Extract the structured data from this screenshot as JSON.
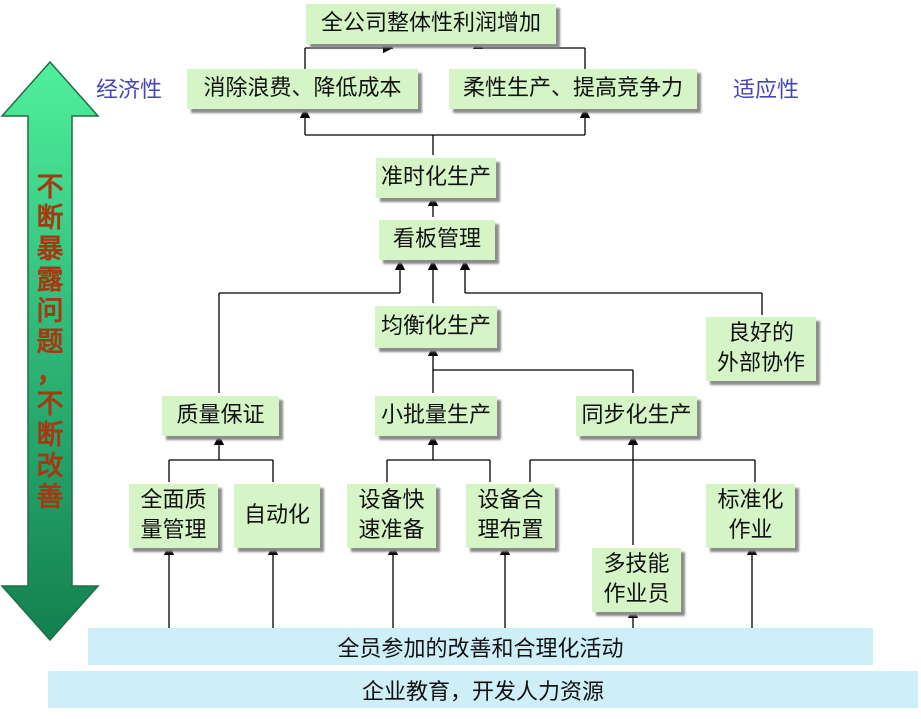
{
  "left_arrow": {
    "text": "不\n断\n暴\n露\n问\n题\n，\n不\n断\n改\n善",
    "colors": {
      "top": "#3ce08a",
      "bottom": "#127a4d"
    }
  },
  "labels": {
    "economy": "经济性",
    "adaptability": "适应性"
  },
  "boxes": {
    "top": "全公司整体性利润增加",
    "cost": "消除浪费、降低成本",
    "flex": "柔性生产、提高竞争力",
    "jit": "准时化生产",
    "kanban": "看板管理",
    "level": "均衡化生产",
    "external": "良好的\n外部协作",
    "quality": "质量保证",
    "small_lot": "小批量生产",
    "sync": "同步化生产",
    "tqm": "全面质\n量管理",
    "auto": "自动化",
    "setup": "设备快\n速准备",
    "layout": "设备合\n理布置",
    "std": "标准化\n作业",
    "multi": "多技能\n作业员"
  },
  "bands": {
    "improve": "全员参加的改善和合理化活动",
    "edu": "企业教育，开发人力资源"
  },
  "colors": {
    "box": "#d6f5c7",
    "band": "#cfeff8",
    "label": "#4646b8",
    "arrow_text": "#a33a12"
  }
}
